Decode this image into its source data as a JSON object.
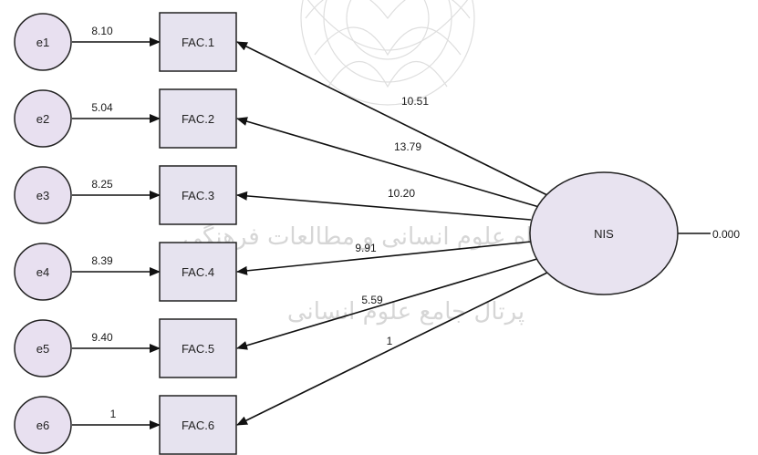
{
  "errors": [
    {
      "id": "e1",
      "label": "e1",
      "loading": "8.10"
    },
    {
      "id": "e2",
      "label": "e2",
      "loading": "5.04"
    },
    {
      "id": "e3",
      "label": "e3",
      "loading": "8.25"
    },
    {
      "id": "e4",
      "label": "e4",
      "loading": "8.39"
    },
    {
      "id": "e5",
      "label": "e5",
      "loading": "9.40"
    },
    {
      "id": "e6",
      "label": "e6",
      "loading": "1"
    }
  ],
  "factors": [
    {
      "id": "fac1",
      "label": "FAC.1",
      "path_value": "10.51"
    },
    {
      "id": "fac2",
      "label": "FAC.2",
      "path_value": "13.79"
    },
    {
      "id": "fac3",
      "label": "FAC.3",
      "path_value": "10.20"
    },
    {
      "id": "fac4",
      "label": "FAC.4",
      "path_value": "9.91"
    },
    {
      "id": "fac5",
      "label": "FAC.5",
      "path_value": "5.59"
    },
    {
      "id": "fac6",
      "label": "FAC.6",
      "path_value": "1"
    }
  ],
  "latent": {
    "label": "NIS",
    "variance": "0.000"
  },
  "watermark": {
    "line1": "پژوهشگاه علوم انسانی و مطالعات فرهنگی",
    "line2": "پرتال جامع علوم انسانی"
  }
}
